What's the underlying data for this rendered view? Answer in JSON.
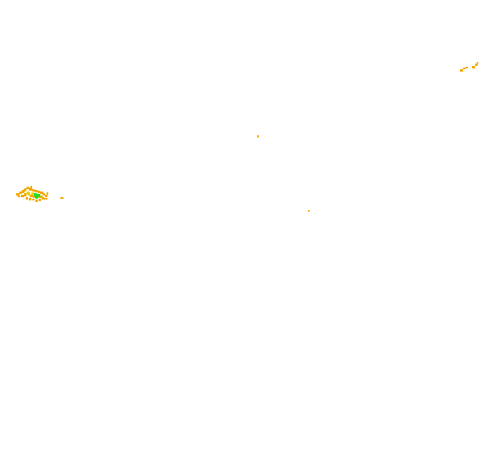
{
  "map": {
    "background_color": "#ffffff",
    "legend_colors": {
      "low": "#f2a900",
      "mid": "#e6d600",
      "high": "#22dd22"
    },
    "features": [
      {
        "name": "cluster-west",
        "level": "high"
      },
      {
        "name": "fragment-northeast",
        "level": "low"
      },
      {
        "name": "speck-center",
        "level": "low"
      },
      {
        "name": "speck-center-south",
        "level": "low"
      }
    ]
  }
}
